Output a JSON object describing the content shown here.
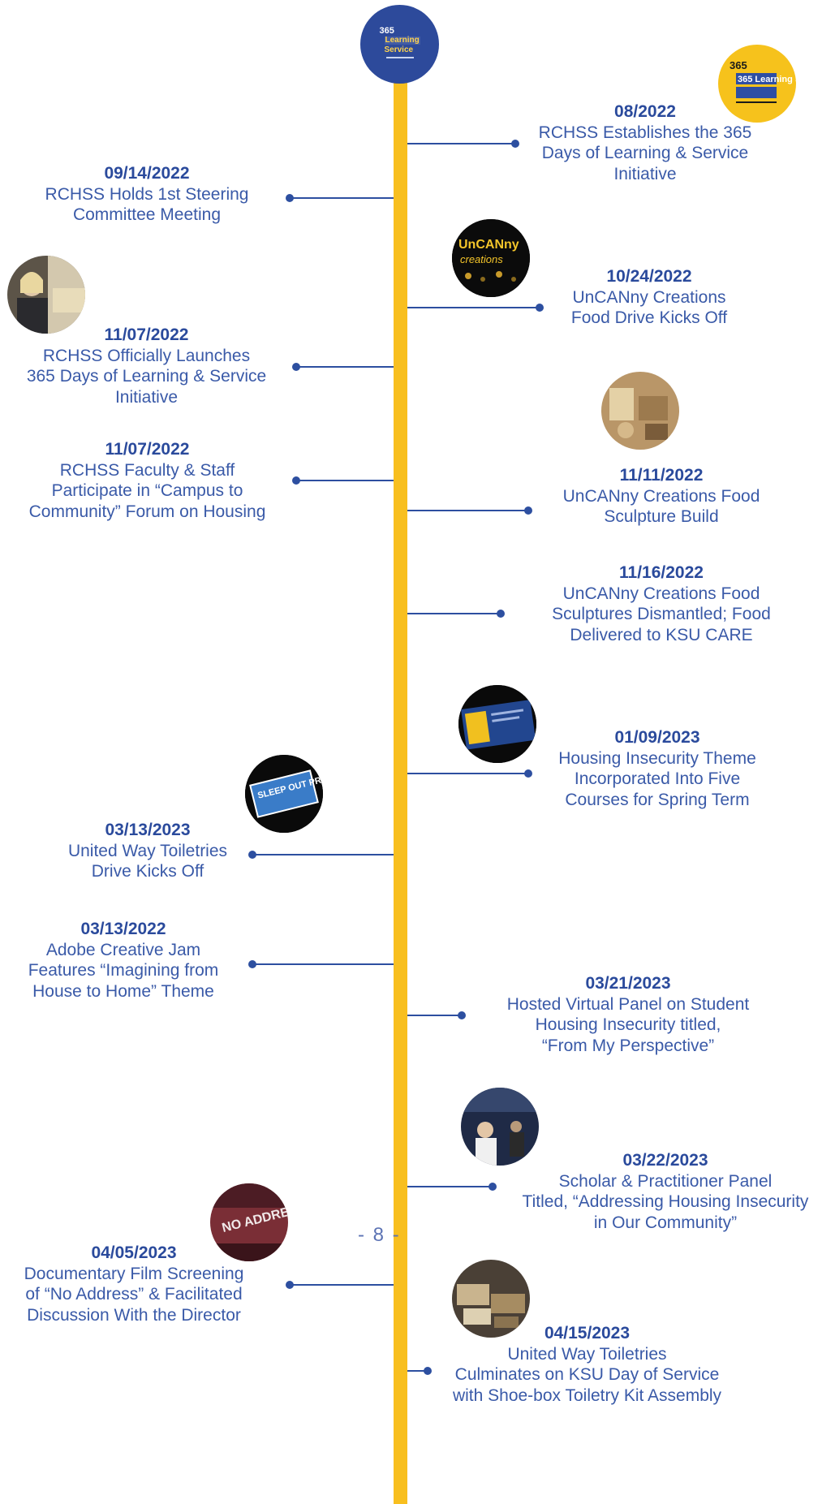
{
  "top_logo": {
    "number": "365",
    "line1": "Learning",
    "line2": "Service"
  },
  "page_number": "- 8 -",
  "entries": [
    {
      "date": "08/2022",
      "text": "RCHSS Establishes the 365\nDays of Learning & Service\nInitiative"
    },
    {
      "date": "09/14/2022",
      "text": "RCHSS Holds 1st Steering\nCommittee Meeting"
    },
    {
      "date": "10/24/2022",
      "text": "UnCANny Creations\nFood Drive Kicks Off"
    },
    {
      "date": "11/07/2022",
      "text": "RCHSS Officially Launches\n365 Days of Learning & Service\nInitiative"
    },
    {
      "date": "11/07/2022",
      "text": "RCHSS Faculty & Staff\nParticipate in “Campus to\nCommunity” Forum on Housing"
    },
    {
      "date": "11/11/2022",
      "text": "UnCANny Creations Food\nSculpture Build"
    },
    {
      "date": "11/16/2022",
      "text": "UnCANny Creations Food\nSculptures Dismantled; Food\nDelivered to KSU CARE"
    },
    {
      "date": "01/09/2023",
      "text": "Housing Insecurity Theme\nIncorporated Into Five\nCourses for Spring Term"
    },
    {
      "date": "03/13/2023",
      "text": "United Way Toiletries\nDrive Kicks Off"
    },
    {
      "date": "03/13/2022",
      "text": "Adobe Creative Jam\nFeatures “Imagining from\nHouse to Home” Theme"
    },
    {
      "date": "03/21/2023",
      "text": "Hosted Virtual Panel on Student\nHousing Insecurity titled,\n“From My Perspective”"
    },
    {
      "date": "03/22/2023",
      "text": "Scholar & Practitioner Panel\nTitled, “Addressing Housing Insecurity\nin Our Community”"
    },
    {
      "date": "04/05/2023",
      "text": "Documentary Film Screening\nof “No Address” & Facilitated\nDiscussion With the Director"
    },
    {
      "date": "04/15/2023",
      "text": "United Way Toiletries\nCulminates on KSU Day of Service\nwith Shoe-box Toiletry Kit Assembly"
    }
  ],
  "photos": [
    {
      "name": "365-days-logo-photo",
      "label": "365 Learning Service"
    },
    {
      "name": "uncanny-creations-photo",
      "label": "UnCANny creations"
    },
    {
      "name": "speaker-photo"
    },
    {
      "name": "food-sculpture-photo"
    },
    {
      "name": "course-slide-photo"
    },
    {
      "name": "sleep-out-project-photo",
      "label": "SLEEP OUT PROJECT"
    },
    {
      "name": "panel-discussion-photo"
    },
    {
      "name": "no-address-film-photo",
      "label": "NO ADDRESS"
    },
    {
      "name": "toiletry-kits-photo"
    }
  ],
  "colors": {
    "spine": "#f8bf1f",
    "accent": "#2d4fa0",
    "logo_bg": "#2d4a9b"
  }
}
